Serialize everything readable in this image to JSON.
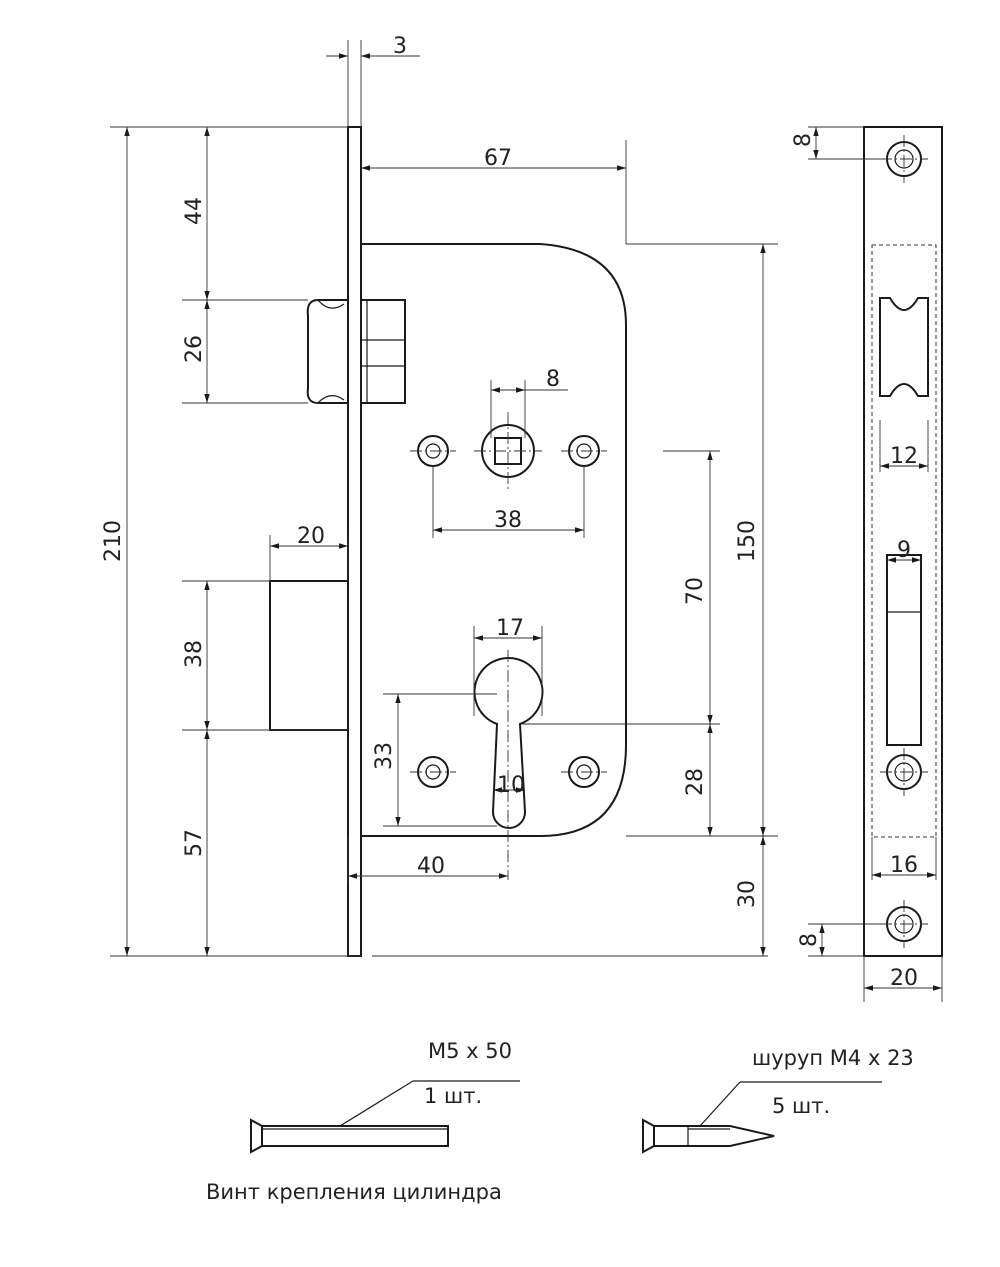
{
  "dimensions": {
    "faceplate_thickness": "3",
    "height_total": "210",
    "top_to_latch": "44",
    "latch_height": "26",
    "deadbolt_throw": "20",
    "deadbolt_height": "38",
    "bottom_to_deadbolt": "57",
    "backset_handle": "67",
    "case_height": "150",
    "spindle_square": "8",
    "handle_screw_spacing": "38",
    "handle_to_cylinder": "70",
    "cylinder_width": "17",
    "cylinder_height": "33",
    "cylinder_slot": "10",
    "backset_cylinder": "40",
    "cylinder_to_case_bottom": "28",
    "case_bottom_to_plate": "30",
    "plate_top_screw": "8",
    "plate_latch_width": "12",
    "plate_bolt_width": "9",
    "plate_bolt_slot": "16",
    "plate_bottom_screw": "8",
    "plate_width": "20"
  },
  "fasteners": [
    {
      "size": "М5 х 50",
      "qty": "1 шт.",
      "caption": "Винт крепления цилиндра"
    },
    {
      "size": "шуруп М4 х 23",
      "qty": "5 шт."
    }
  ]
}
